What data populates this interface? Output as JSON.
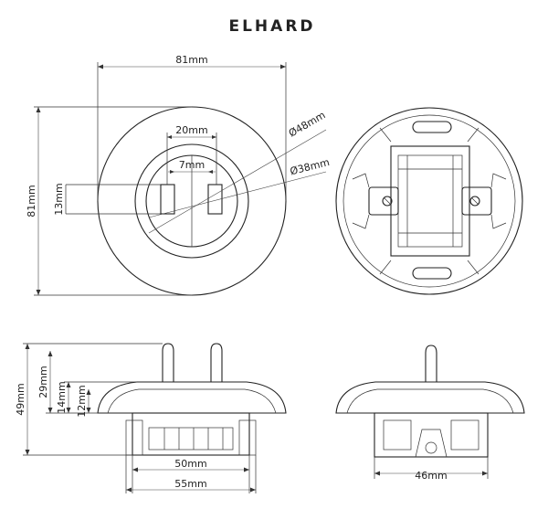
{
  "brand": "ELHARD",
  "views": {
    "top": {
      "width_label": "81mm",
      "height_label": "81mm",
      "inner_width_label": "20mm",
      "slot_spacing_label": "7mm",
      "slot_height_label": "13mm",
      "outer_diameter_label": "Ø48mm",
      "inner_diameter_label": "Ø38mm"
    },
    "side": {
      "total_height_label": "49mm",
      "pin_height_label": "29mm",
      "cover_height_label": "14mm",
      "base_height_label": "12mm",
      "base_width_label": "50mm",
      "outer_width_label": "55mm"
    },
    "side_right": {
      "body_width_label": "46mm"
    }
  }
}
